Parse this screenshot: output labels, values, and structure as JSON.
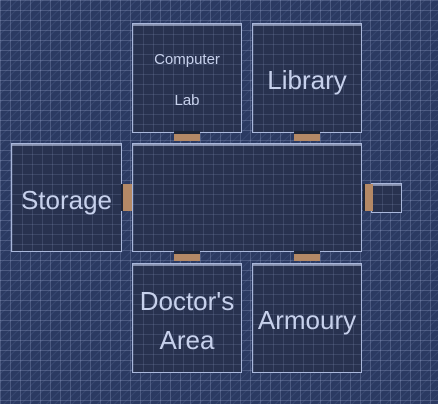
{
  "rooms": {
    "computer_lab": {
      "line1": "Computer",
      "line2": "Lab"
    },
    "library": {
      "label": "Library"
    },
    "storage": {
      "label": "Storage"
    },
    "corridor": {
      "label": ""
    },
    "doctors_area": {
      "line1": "Doctor's",
      "line2": "Area"
    },
    "armoury": {
      "label": "Armoury"
    },
    "side_closet": {
      "label": ""
    }
  },
  "colors": {
    "background": "#2b3a62",
    "room_fill": "#28324f",
    "room_border": "#aab8dc",
    "door": "#b48966",
    "text": "#c7d1ec"
  }
}
